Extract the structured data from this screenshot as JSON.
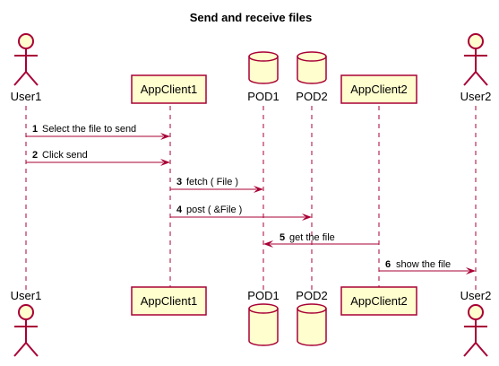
{
  "title": "Send and receive files",
  "participants": [
    {
      "name": "User1",
      "kind": "actor"
    },
    {
      "name": "AppClient1",
      "kind": "participant"
    },
    {
      "name": "POD1",
      "kind": "database"
    },
    {
      "name": "POD2",
      "kind": "database"
    },
    {
      "name": "AppClient2",
      "kind": "participant"
    },
    {
      "name": "User2",
      "kind": "actor"
    }
  ],
  "messages": [
    {
      "number": "1",
      "text": "Select the file to send",
      "from": "User1",
      "to": "AppClient1"
    },
    {
      "number": "2",
      "text": "Click send",
      "from": "User1",
      "to": "AppClient1"
    },
    {
      "number": "3",
      "text": "fetch ( File )",
      "from": "AppClient1",
      "to": "POD1"
    },
    {
      "number": "4",
      "text": "post ( &File )",
      "from": "AppClient1",
      "to": "POD2"
    },
    {
      "number": "5",
      "text": "get the file",
      "from": "AppClient2",
      "to": "POD1"
    },
    {
      "number": "6",
      "text": "show the file",
      "from": "AppClient2",
      "to": "User2"
    }
  ],
  "colors": {
    "line": "#A80036",
    "fill": "#FEFECE"
  }
}
